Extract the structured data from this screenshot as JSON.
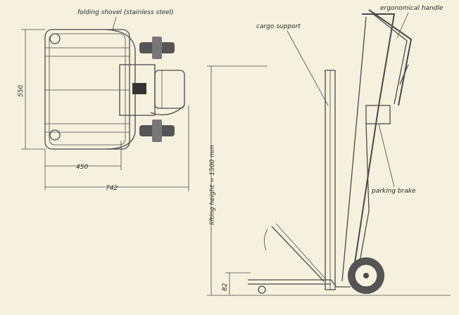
{
  "labels": {
    "folding_shovel": "folding shovel (stainless steel)",
    "ergonomical_handle": "ergonomical handle",
    "cargo_support": "cargo support",
    "parking_brake": "parking brake",
    "lifting_height": "lifting height = 1500 mm"
  },
  "dimensions": {
    "height_top_view": "550",
    "width_inner": "450",
    "width_total": "742",
    "ground_clearance": "82"
  },
  "colors": {
    "paper": "#f6f1de",
    "ink": "#4a4a4a",
    "wheel_dark": "#555555"
  }
}
